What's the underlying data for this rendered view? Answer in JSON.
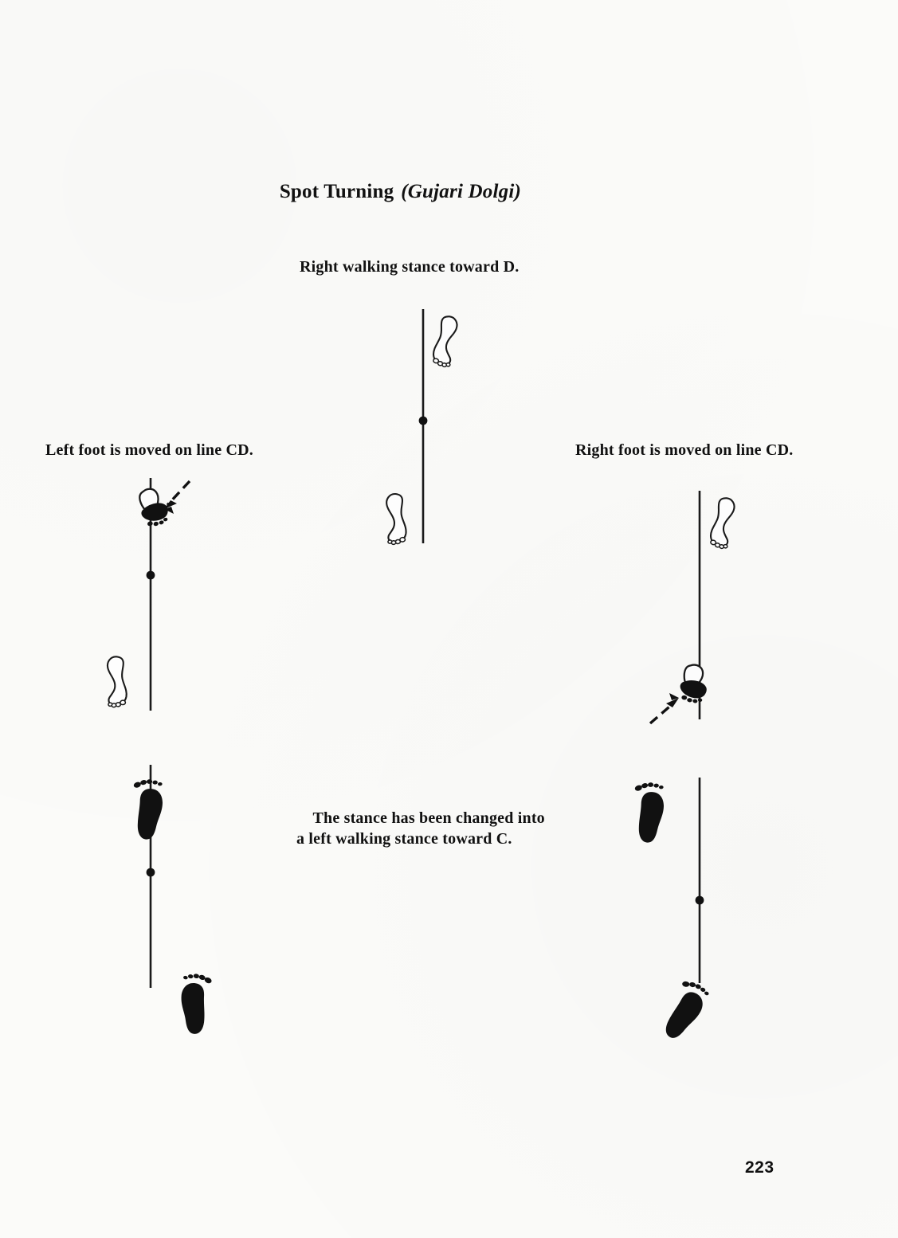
{
  "page": {
    "number": "223",
    "background_color": "#fbfbf9",
    "ink_color": "#111111"
  },
  "title": {
    "roman": "Spot Turning",
    "italic": "(Gujari Dolgi)"
  },
  "captions": {
    "top": "Right walking stance toward D.",
    "left": "Left foot is moved on line CD.",
    "right": "Right foot is moved on line CD.",
    "center_line1": "The stance has been changed into",
    "center_line2": "a left walking stance toward C."
  },
  "diagrams": [
    {
      "id": "top-center",
      "name": "right-walking-stance-diagram",
      "line_label": "CD",
      "feet": [
        {
          "style": "outline",
          "side": "right",
          "position": "upper-right-of-line"
        },
        {
          "style": "outline",
          "side": "left",
          "position": "lower-left-of-line"
        }
      ],
      "center_dot": true,
      "arrow": null
    },
    {
      "id": "left-upper",
      "name": "left-foot-moving-diagram",
      "line_label": "CD",
      "feet": [
        {
          "style": "transition",
          "side": "left",
          "position": "top-on-line"
        },
        {
          "style": "outline",
          "side": "left",
          "position": "lower-left-of-line"
        }
      ],
      "center_dot": true,
      "arrow": {
        "direction": "down-left",
        "style": "dashed"
      }
    },
    {
      "id": "left-lower",
      "name": "left-walking-stance-result-diagram",
      "line_label": "CD",
      "feet": [
        {
          "style": "solid",
          "side": "left",
          "position": "upper-on-line"
        },
        {
          "style": "solid",
          "side": "right",
          "position": "bottom-right-of-line"
        }
      ],
      "center_dot": true,
      "arrow": null
    },
    {
      "id": "right-upper",
      "name": "right-foot-moving-diagram",
      "line_label": "CD",
      "feet": [
        {
          "style": "outline",
          "side": "right",
          "position": "upper-right-of-line"
        },
        {
          "style": "transition",
          "side": "right",
          "position": "lower-on-line"
        }
      ],
      "center_dot": false,
      "arrow": {
        "direction": "up-right",
        "style": "dashed"
      }
    },
    {
      "id": "right-lower",
      "name": "right-walking-stance-result-diagram",
      "line_label": "CD",
      "feet": [
        {
          "style": "solid",
          "side": "right",
          "position": "upper-left-of-line"
        },
        {
          "style": "solid",
          "side": "right",
          "position": "bottom-on-line-tilted"
        }
      ],
      "center_dot": true,
      "arrow": null
    }
  ]
}
